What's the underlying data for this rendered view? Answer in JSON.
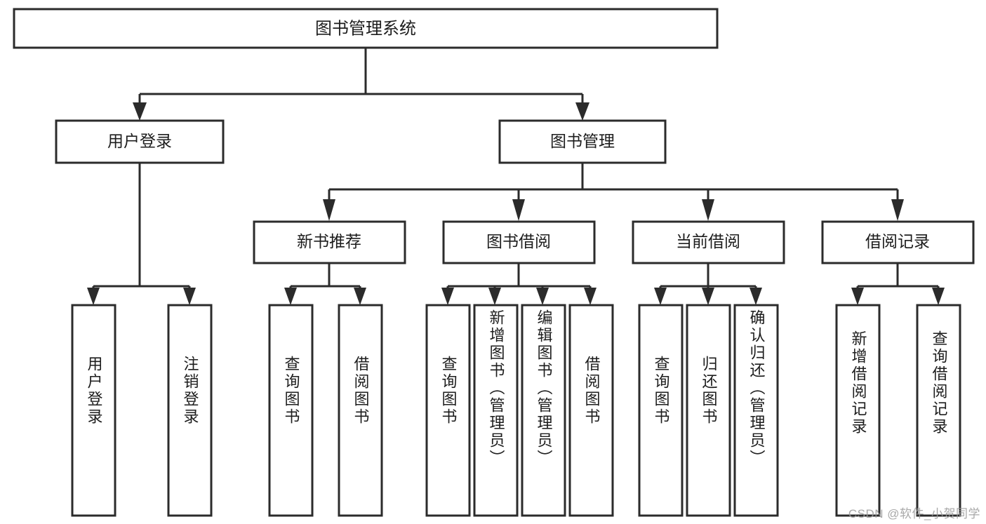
{
  "diagram": {
    "type": "tree-hierarchy",
    "title": "图书管理系统",
    "watermark": "CSDN @软件_小贺同学",
    "colors": {
      "stroke": "#2b2b2b",
      "fill": "#ffffff",
      "text": "#1d1d1d",
      "watermark": "#9a9a9a",
      "background": "#ffffff"
    },
    "root": {
      "label": "图书管理系统"
    },
    "level2": [
      {
        "label": "用户登录"
      },
      {
        "label": "图书管理"
      }
    ],
    "level3": [
      {
        "label": "新书推荐"
      },
      {
        "label": "图书借阅"
      },
      {
        "label": "当前借阅"
      },
      {
        "label": "借阅记录"
      }
    ],
    "leaves": {
      "user_login": [
        {
          "label": "用户登录"
        },
        {
          "label": "注销登录"
        }
      ],
      "new_book_recommend": [
        {
          "label": "查询图书"
        },
        {
          "label": "借阅图书"
        }
      ],
      "book_borrow": [
        {
          "label": "查询图书"
        },
        {
          "label": "新增图书（管理员）"
        },
        {
          "label": "编辑图书（管理员）"
        },
        {
          "label": "借阅图书"
        }
      ],
      "current_borrow": [
        {
          "label": "查询图书"
        },
        {
          "label": "归还图书"
        },
        {
          "label": "确认归还（管理员）"
        }
      ],
      "borrow_record": [
        {
          "label": "新增借阅记录"
        },
        {
          "label": "查询借阅记录"
        }
      ]
    }
  }
}
